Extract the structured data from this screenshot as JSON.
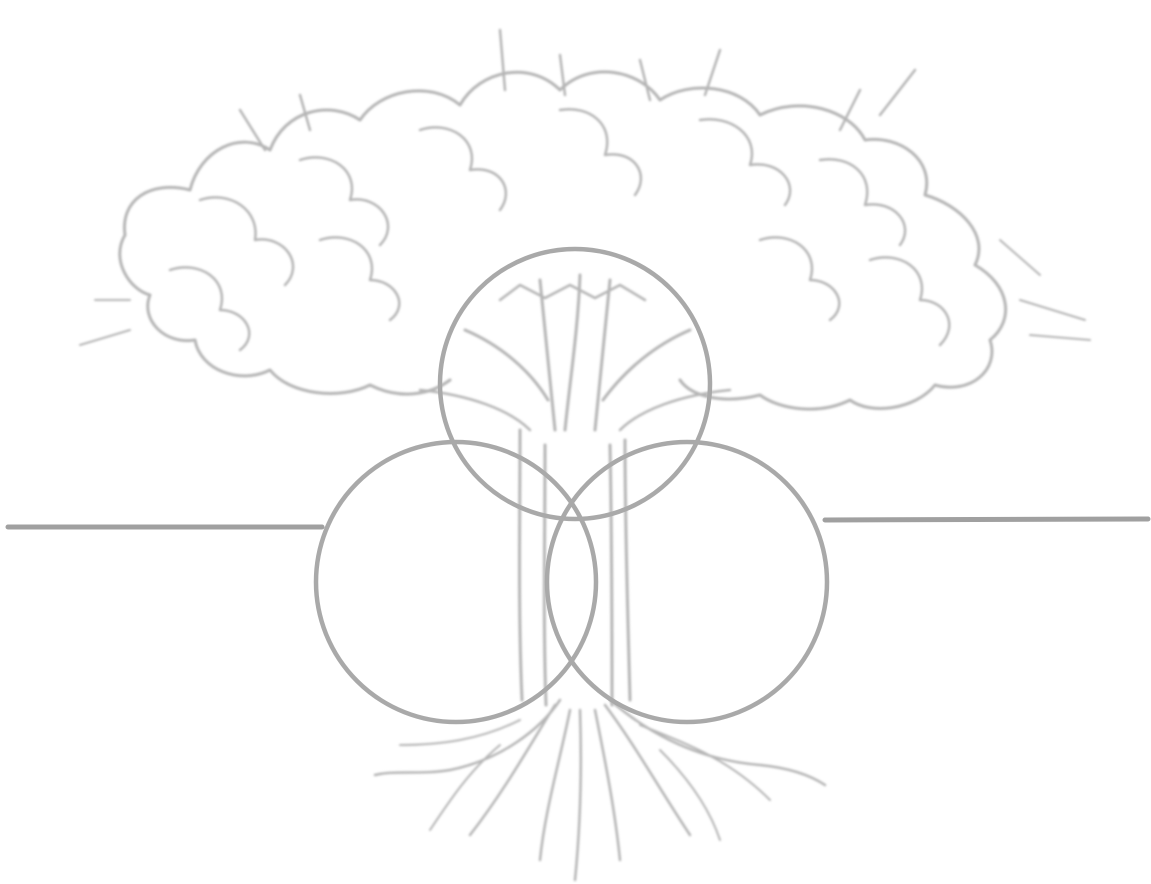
{
  "figure": {
    "kind": "tree-venn-diagram",
    "elements": {
      "crown": "tree-crown",
      "trunk": "tree-trunk",
      "roots": "tree-roots",
      "ground": "ground-line",
      "circles": [
        "top-circle",
        "left-circle",
        "right-circle"
      ]
    }
  },
  "colors": {
    "background": "#ffffff",
    "circle_stroke": "#a9a9a9",
    "sketch_stroke": "#b5b5b5",
    "ground_stroke": "#a0a0a0"
  }
}
